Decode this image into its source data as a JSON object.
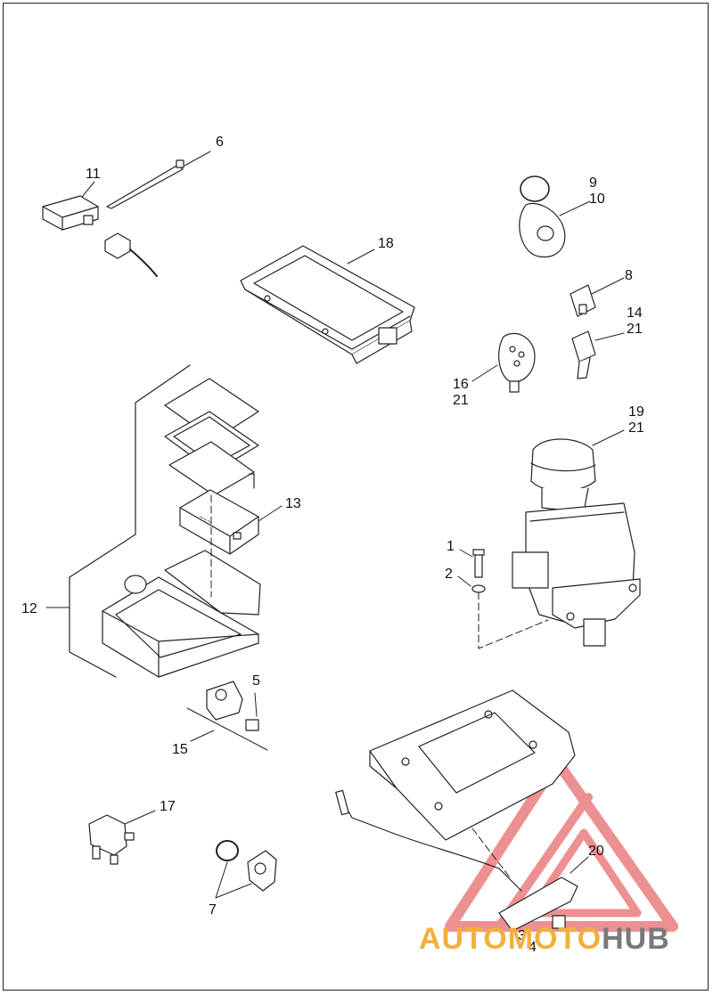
{
  "callouts": {
    "c1": "1",
    "c2": "2",
    "c3": "3",
    "c4": "4",
    "c5": "5",
    "c6": "6",
    "c7": "7",
    "c8": "8",
    "c9": "9",
    "c10": "10",
    "c11": "11",
    "c12": "12",
    "c13": "13",
    "c14": "14",
    "c15": "15",
    "c16": "16",
    "c17": "17",
    "c18": "18",
    "c19": "19",
    "c20": "20",
    "c21a": "21",
    "c21b": "21",
    "c21c": "21"
  },
  "watermark": {
    "auto": "AUTO",
    "moto": "MOTO",
    "hub": "HUB"
  },
  "colors": {
    "line": "#222222",
    "watermark_red": "#e0363a",
    "watermark_orange": "#f2b03a",
    "watermark_gray": "#7a7a7a"
  }
}
